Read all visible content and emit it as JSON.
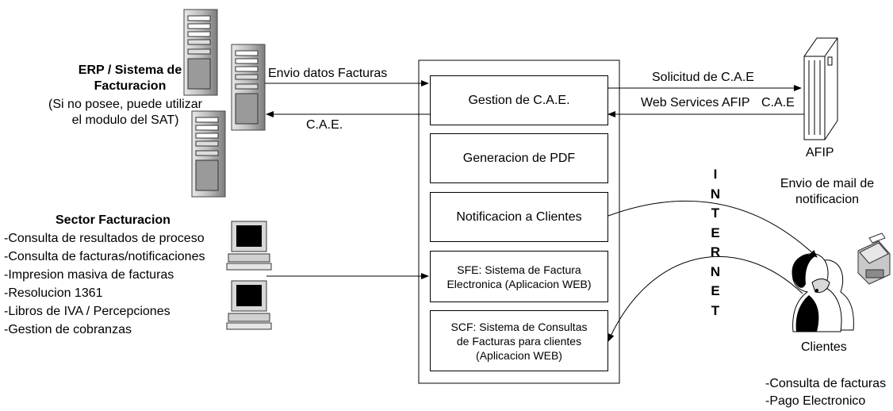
{
  "left": {
    "erp_title_line1": "ERP / Sistema de",
    "erp_title_line2": "Facturacion",
    "erp_sub_line1": "(Si no posee, puede utilizar",
    "erp_sub_line2": "el modulo del SAT)",
    "sector_title": "Sector Facturacion",
    "sector_items": [
      "-Consulta de resultados de proceso",
      "-Consulta de facturas/notificaciones",
      "-Impresion masiva de facturas",
      "-Resolucion 1361",
      "-Libros de IVA / Percepciones",
      "-Gestion de cobranzas"
    ]
  },
  "arrows": {
    "envio_datos": "Envio datos Facturas",
    "cae_left": "C.A.E.",
    "solicitud": "Solicitud de C.A.E",
    "web_services": "Web Services AFIP",
    "cae_right": "C.A.E"
  },
  "center_boxes": [
    "Gestion de C.A.E.",
    "Generacion de PDF",
    "Notificacion a Clientes",
    "SFE: Sistema de Factura\nElectronica (Aplicacion WEB)",
    "SCF: Sistema de Consultas\nde Facturas para clientes\n(Aplicacion WEB)"
  ],
  "right": {
    "afip_label": "AFIP",
    "internet_letters": [
      "I",
      "N",
      "T",
      "E",
      "R",
      "N",
      "E",
      "T"
    ],
    "mail_line1": "Envio de mail de",
    "mail_line2": "notificacion",
    "clients_label": "Clientes",
    "client_items": [
      "-Consulta de facturas",
      "-Pago Electronico"
    ]
  }
}
